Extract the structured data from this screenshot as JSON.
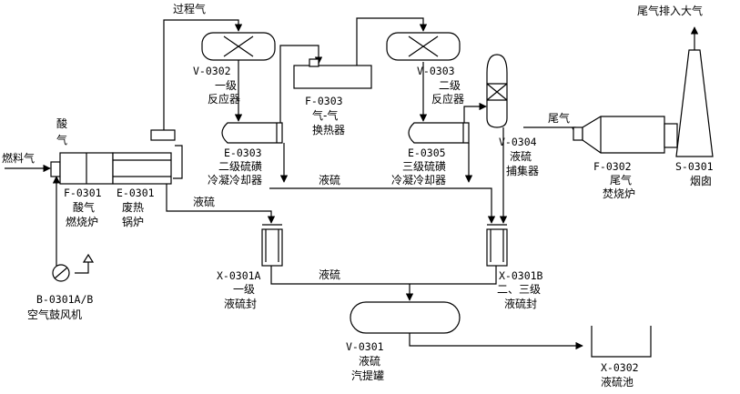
{
  "labels": {
    "process_gas": "过程气",
    "tail_gas_to_air": "尾气排入大气",
    "fuel_gas": "燃料气",
    "acid_gas_1": "酸",
    "acid_gas_2": "气",
    "tail_gas": "尾气",
    "liquid_sulfur_1": "液硫",
    "liquid_sulfur_2": "液硫",
    "liquid_sulfur_3": "液硫"
  },
  "equipment": {
    "v0302": {
      "tag": "V-0302",
      "name_1": "一级",
      "name_2": "反应器"
    },
    "f0303": {
      "tag": "F-0303",
      "name_1": "气-气",
      "name_2": "换热器"
    },
    "v0303": {
      "tag": "V-0303",
      "name_1": "二级",
      "name_2": "反应器"
    },
    "e0303": {
      "tag": "E-0303",
      "name_1": "二级硫磺",
      "name_2": "冷凝冷却器"
    },
    "e0305": {
      "tag": "E-0305",
      "name_1": "三级硫磺",
      "name_2": "冷凝冷却器"
    },
    "v0304": {
      "tag": "V-0304",
      "name_1": "液硫",
      "name_2": "捕集器"
    },
    "f0302": {
      "tag": "F-0302",
      "name_1": "尾气",
      "name_2": "焚烧炉"
    },
    "s0301": {
      "tag": "S-0301",
      "name_1": "烟囱"
    },
    "f0301": {
      "tag": "F-0301",
      "name_1": "酸气",
      "name_2": "燃烧炉"
    },
    "e0301": {
      "tag": "E-0301",
      "name_1": "废热",
      "name_2": "锅炉"
    },
    "x0301a": {
      "tag": "X-0301A",
      "name_1": "一级",
      "name_2": "液硫封"
    },
    "x0301b": {
      "tag": "X-0301B",
      "name_1": "二、三级",
      "name_2": "液硫封"
    },
    "b0301": {
      "tag": "B-0301A/B",
      "name_1": "空气鼓风机"
    },
    "v0301": {
      "tag": "V-0301",
      "name_1": "液硫",
      "name_2": "汽提罐"
    },
    "x0302": {
      "tag": "X-0302",
      "name_1": "液硫池"
    }
  }
}
